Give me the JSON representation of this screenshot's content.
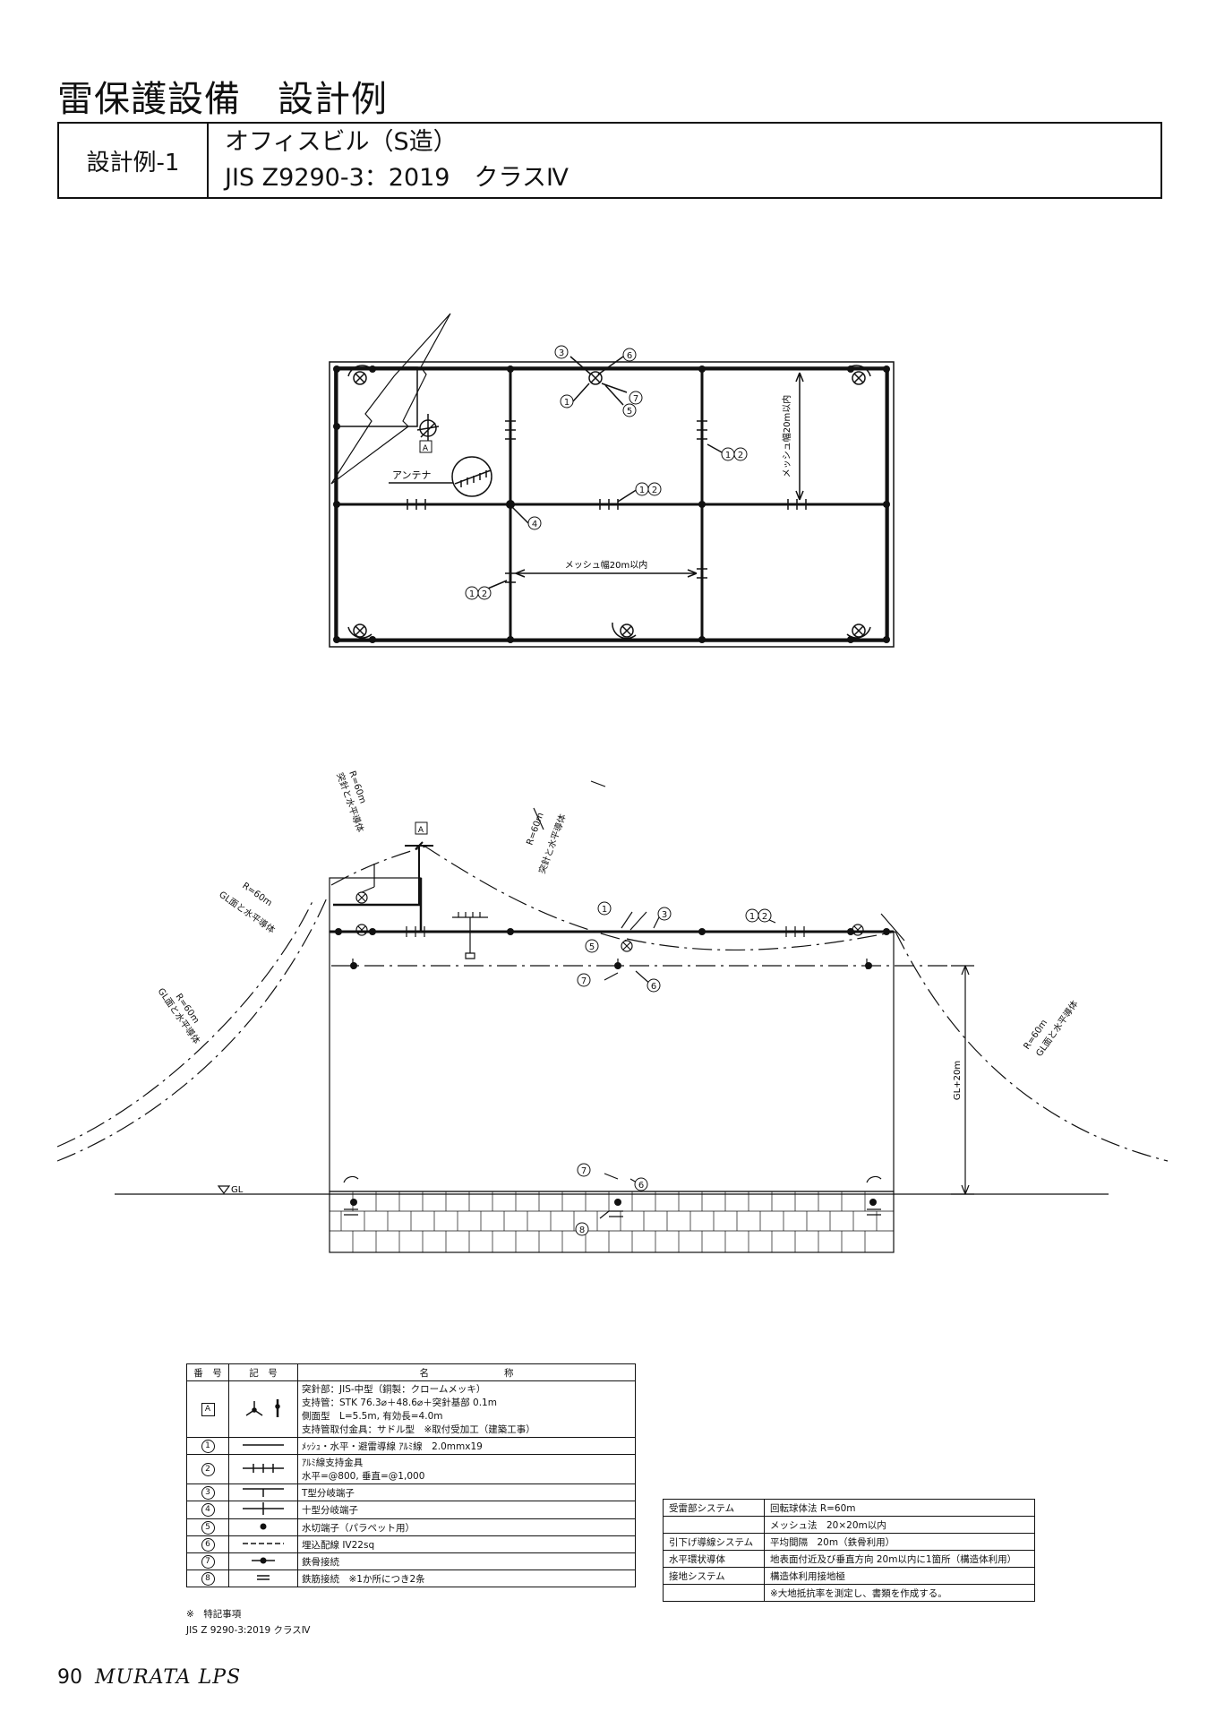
{
  "page_title": "雷保護設備　設計例",
  "header": {
    "label": "設計例-1",
    "line1": "オフィスビル（S造）",
    "line2": "JIS Z9290-3：2019　クラスⅣ"
  },
  "plan": {
    "antenna_label": "アンテナ",
    "mesh_h": "メッシュ幅20m以内",
    "mesh_v": "メッシュ幅20m以内",
    "box_a": "A",
    "nums": [
      "1",
      "2",
      "3",
      "4",
      "5",
      "6",
      "7",
      "8"
    ]
  },
  "elevation": {
    "r_left_top_a": "R=60m",
    "r_left_top_b": "突針と水平導体",
    "r_mid_a": "R=60m",
    "r_mid_b": "突針と水平導体",
    "r_left_a": "R=60m",
    "r_left_b": "GL面と水平導体",
    "r_far_left_a": "R=60m",
    "r_far_left_b": "GL面と水平導体",
    "r_right_a": "R=60m",
    "r_right_b": "GL面と水平導体",
    "gl": "GL",
    "gl_height": "GL+20m",
    "box_a": "A"
  },
  "legend": {
    "headers": [
      "番　号",
      "記　号",
      "名　　　　　　　　称"
    ],
    "a_num": "A",
    "a_lines": [
      "突針部：JIS-中型（銅製：クロームメッキ）",
      "支持管：STK 76.3⌀＋48.6⌀＋突針基部 0.1m",
      "側面型　L=5.5m, 有効長=4.0m",
      "支持管取付金具：サドル型　※取付受加工（建築工事）"
    ],
    "rows": [
      {
        "num": "1",
        "lines": [
          "ﾒｯｼｭ・水平・避雷導線 ｱﾙﾐ線　2.0mmx19"
        ]
      },
      {
        "num": "2",
        "lines": [
          "ｱﾙﾐ線支持金具",
          "水平=@800, 垂直=@1,000"
        ]
      },
      {
        "num": "3",
        "lines": [
          "T型分岐端子"
        ]
      },
      {
        "num": "4",
        "lines": [
          "十型分岐端子"
        ]
      },
      {
        "num": "5",
        "lines": [
          "水切端子（パラペット用）"
        ]
      },
      {
        "num": "6",
        "lines": [
          "埋込配線 IV22sq"
        ]
      },
      {
        "num": "7",
        "lines": [
          "鉄骨接続"
        ]
      },
      {
        "num": "8",
        "lines": [
          "鉄筋接続　※1か所につき2条"
        ]
      }
    ],
    "note1": "※　特記事項",
    "note2": "JIS Z 9290-3:2019 クラスⅣ"
  },
  "system": {
    "rows": [
      {
        "k": "受雷部システム",
        "v": "回転球体法 R=60m"
      },
      {
        "k": "",
        "v": "メッシュ法　20×20m以内"
      },
      {
        "k": "引下げ導線システム",
        "v": "平均間隔　20m（鉄骨利用）"
      },
      {
        "k": "水平環状導体",
        "v": "地表面付近及び垂直方向 20m以内に1箇所（構造体利用）"
      },
      {
        "k": "接地システム",
        "v": "構造体利用接地極"
      },
      {
        "k": "",
        "v": "※大地抵抗率を測定し、書類を作成する。"
      }
    ]
  },
  "footer": {
    "page": "90",
    "brand": "MURATA LPS"
  }
}
